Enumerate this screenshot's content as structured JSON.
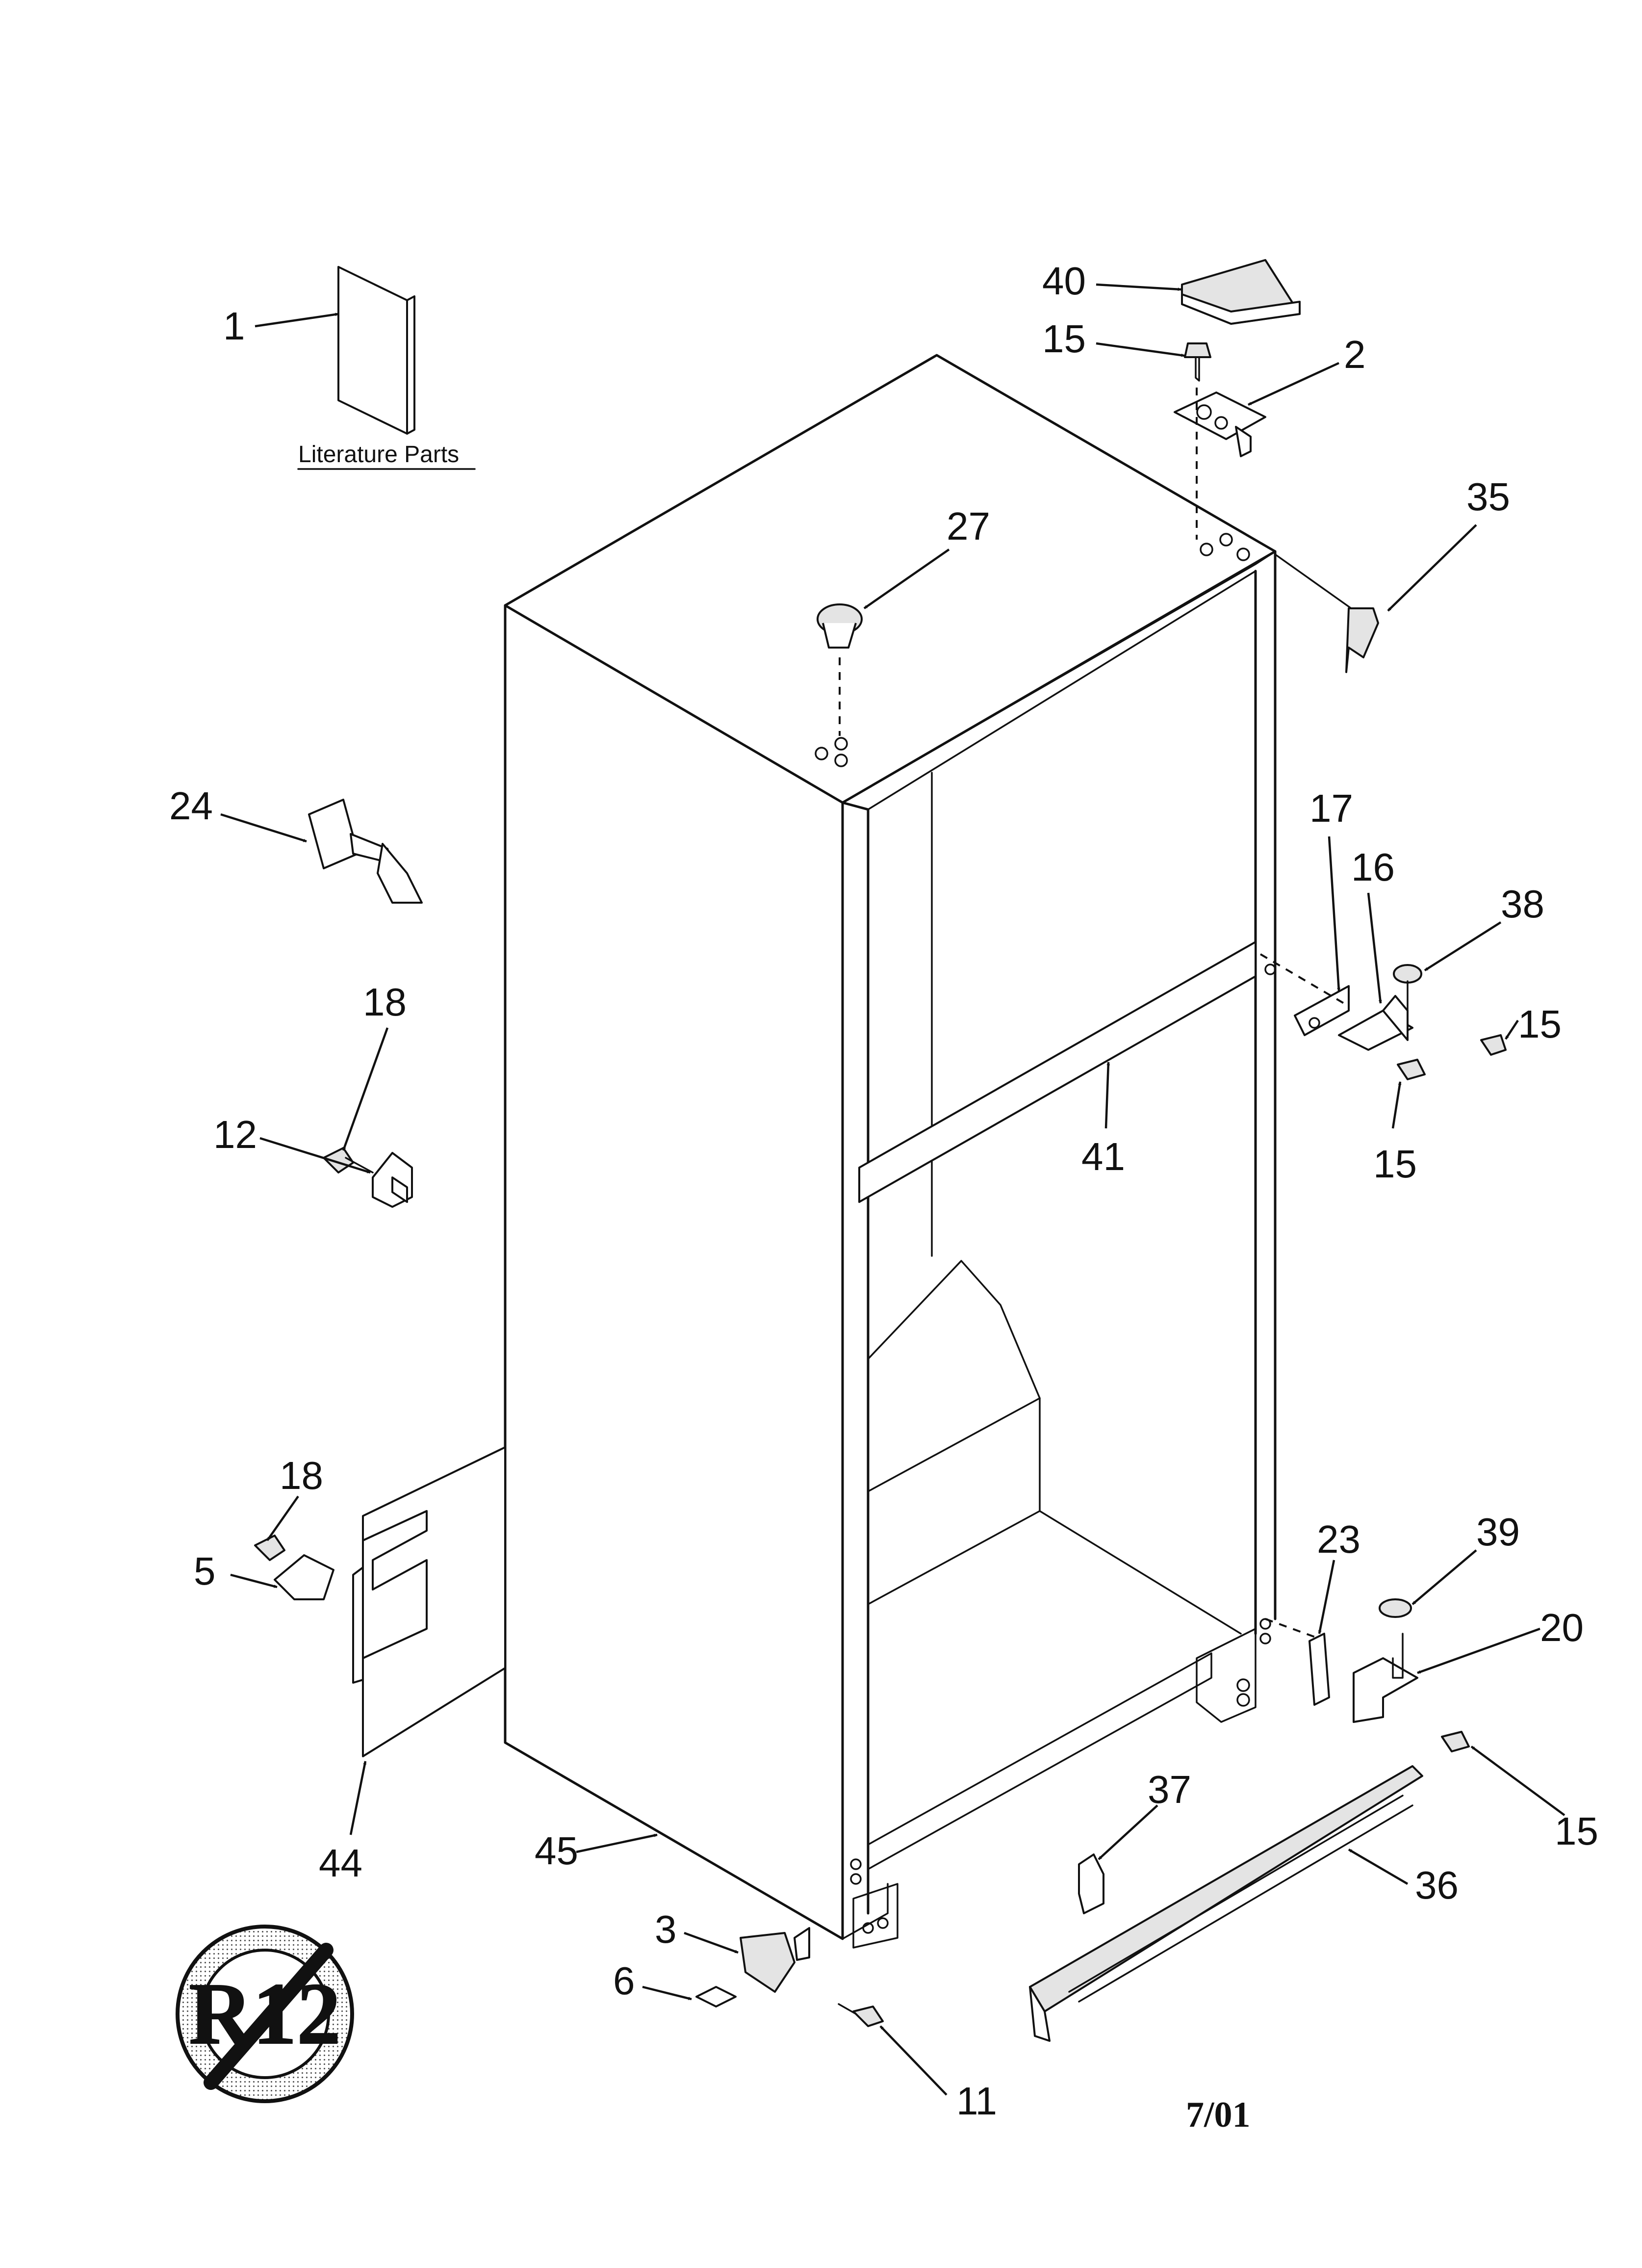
{
  "literature": {
    "caption": "Literature Parts"
  },
  "date_code": "7/01",
  "badge": {
    "text": "R12"
  },
  "callouts": [
    "1",
    "40",
    "15",
    "2",
    "35",
    "27",
    "24",
    "17",
    "16",
    "38",
    "18",
    "15",
    "12",
    "41",
    "15",
    "18",
    "5",
    "23",
    "39",
    "20",
    "15",
    "37",
    "44",
    "45",
    "36",
    "3",
    "6",
    "11"
  ]
}
